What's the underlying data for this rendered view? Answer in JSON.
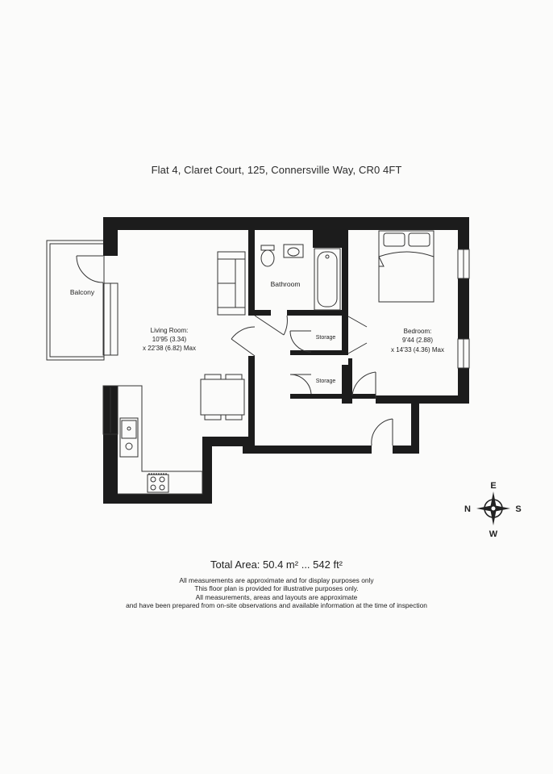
{
  "title": "Flat 4, Claret Court, 125, Connersville Way, CR0 4FT",
  "rooms": {
    "balcony": {
      "label": "Balcony"
    },
    "bathroom": {
      "label": "Bathroom"
    },
    "living": {
      "label": "Living Room:",
      "dim1": "10'95 (3.34)",
      "dim2": "x 22'38 (6.82) Max"
    },
    "bedroom": {
      "label": "Bedroom:",
      "dim1": "9'44 (2.88)",
      "dim2": "x 14'33 (4.36) Max"
    },
    "storage1": {
      "label": "Storage"
    },
    "storage2": {
      "label": "Storage"
    }
  },
  "compass": {
    "n": "N",
    "e": "E",
    "s": "S",
    "w": "W"
  },
  "total_area": "Total Area: 50.4 m² ... 542 ft²",
  "disclaimer": [
    "All measurements are approximate and for display purposes only",
    "This floor plan is provided for illustrative purposes only.",
    "All measurements, areas and layouts are approximate",
    "and have been prepared from on-site observations and available information at the time of inspection"
  ],
  "colors": {
    "wall": "#1c1c1c",
    "line": "#333333",
    "paper": "#fbfbfa"
  }
}
